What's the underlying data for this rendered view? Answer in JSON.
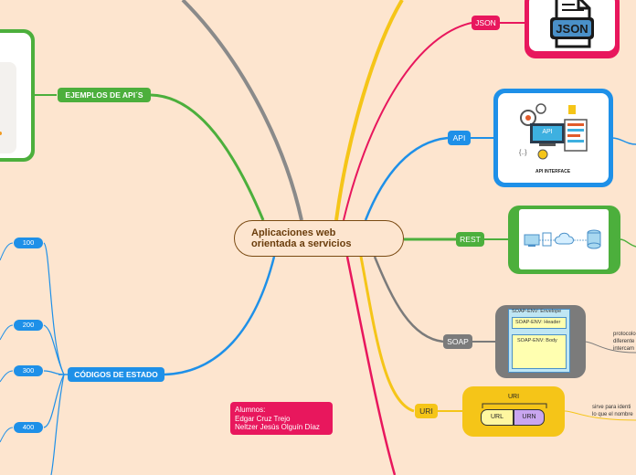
{
  "central": {
    "line1": "Aplicaciones web",
    "line2": "orientada a servicios"
  },
  "branches": {
    "ejemplos": "EJEMPLOS DE API´S",
    "codigos": "CÓDIGOS DE ESTADO",
    "json": "JSON",
    "api": "API",
    "rest": "REST",
    "soap": "SOAP",
    "uri": "URI"
  },
  "status_codes": [
    "100",
    "200",
    "300",
    "400"
  ],
  "images": {
    "json_icon": "JSON",
    "api_caption": "API INTERFACE",
    "api_screen": "API",
    "soap_envelope": "SOAP-ENV: Envelope",
    "soap_header": "SOAP-ENV: Header",
    "soap_body": "SOAP-ENV: Body",
    "uri_title": "URI",
    "uri_url": "URL",
    "uri_urn": "URN"
  },
  "notes": {
    "soap_1": "protocolo",
    "soap_2": "diferente",
    "soap_3": "intercam",
    "uri_1": "sirve para identi",
    "uri_2": "lo que el nombre"
  },
  "students": {
    "heading": "Alumnos:",
    "name1": "Edgar Cruz Trejo",
    "name2": "Neltzer Jesús Olguín Díaz"
  },
  "colors": {
    "background": "#fde5cf",
    "green": "#4caf3c",
    "blue": "#1e90e8",
    "pink": "#e8175d",
    "gray": "#7b7b7b",
    "yellow": "#f5c518"
  }
}
